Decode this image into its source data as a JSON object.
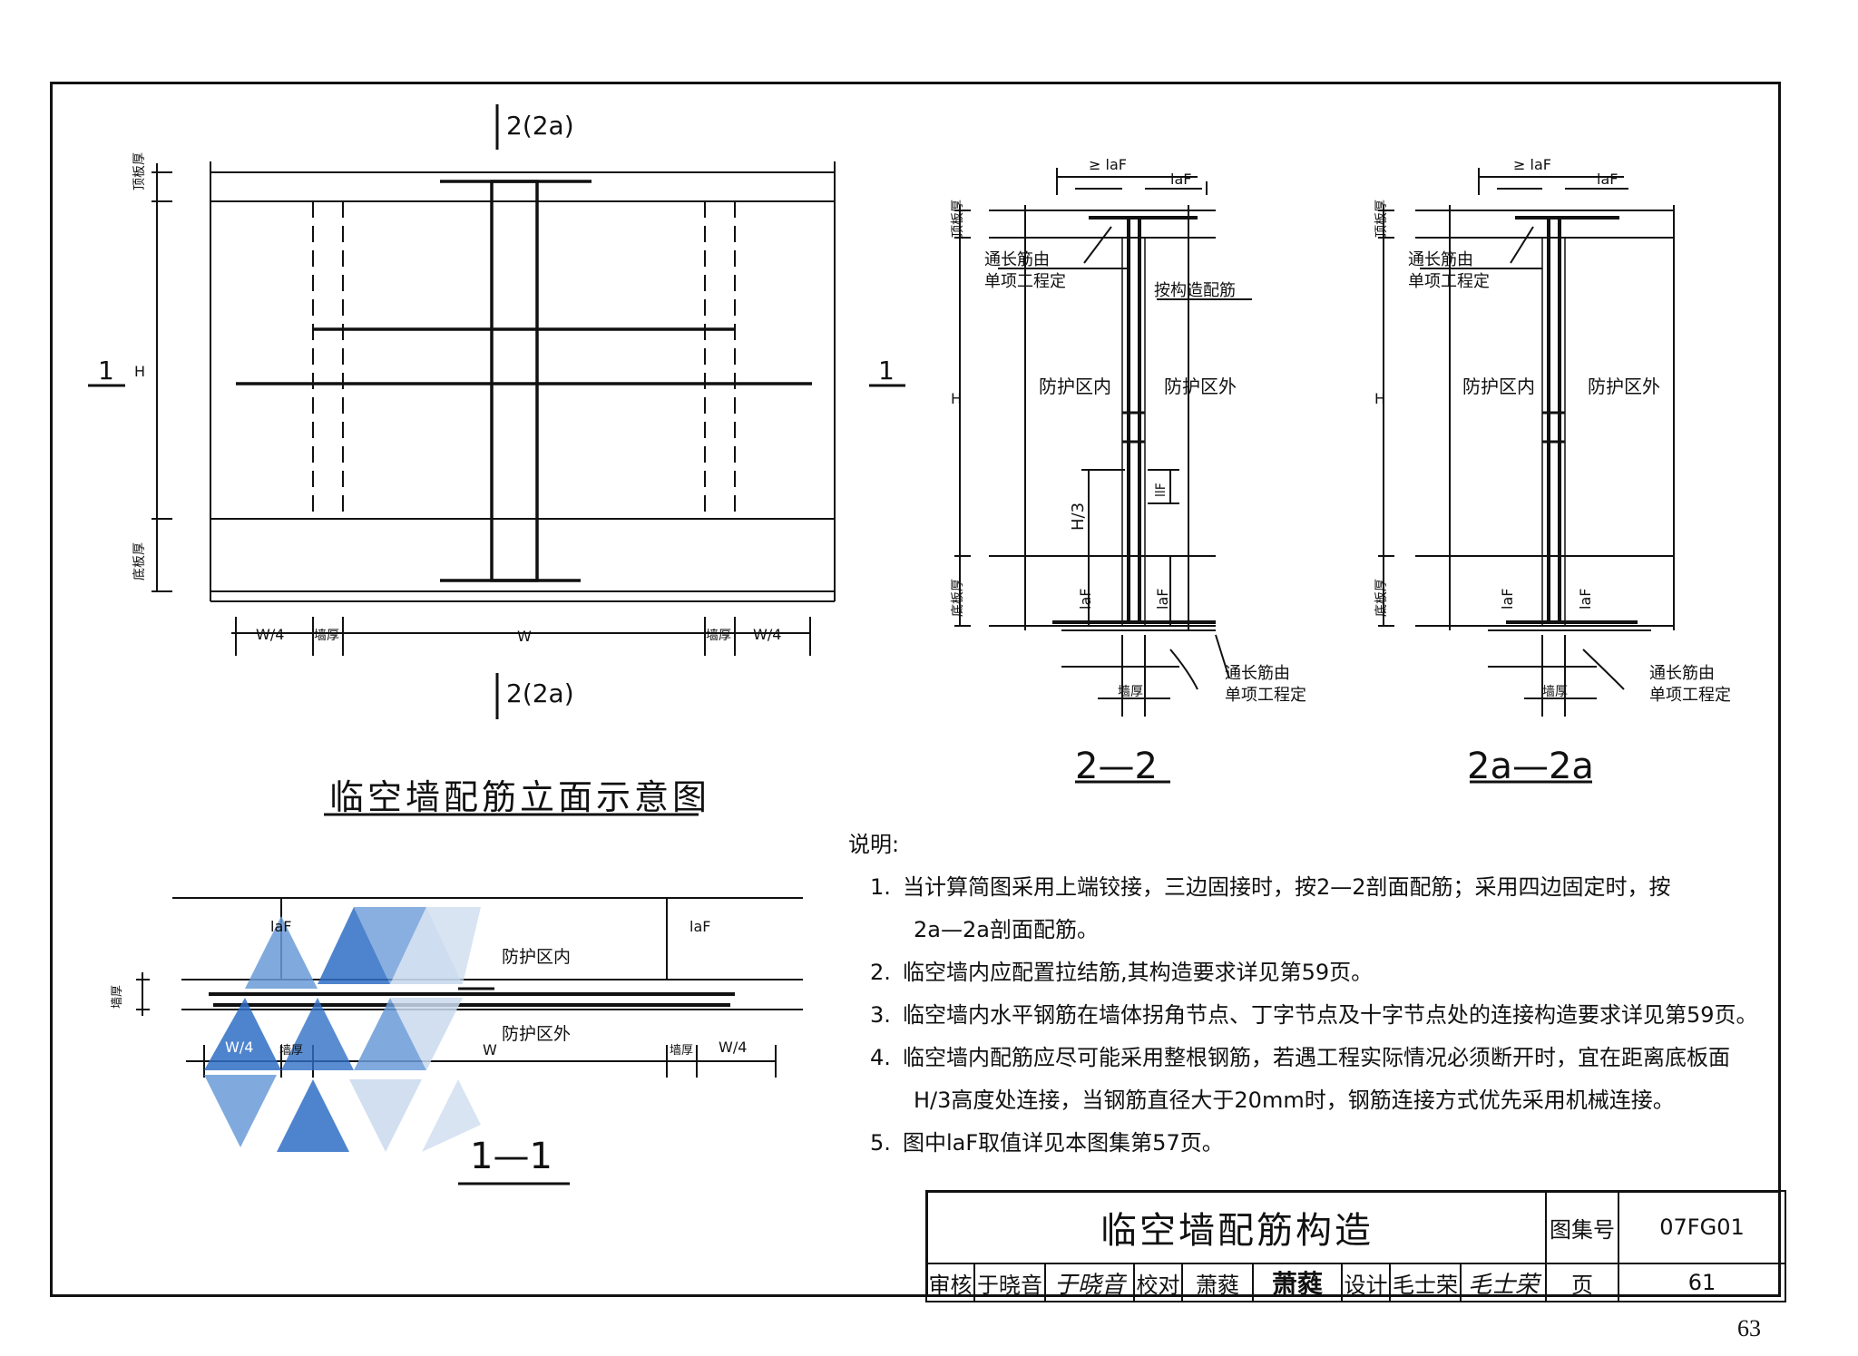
{
  "page_number": "63",
  "elevation": {
    "title": "临空墙配筋立面示意图",
    "section_marks": [
      "2(2a)",
      "2(2a)"
    ],
    "section_1_marks": [
      "1",
      "1"
    ],
    "labels": {
      "top_slab": "顶板厚",
      "height": "H",
      "bottom_slab": "底板厚",
      "w4_left": "W/4",
      "wall_left": "墙厚",
      "w": "W",
      "wall_right": "墙厚",
      "w4_right": "W/4"
    }
  },
  "section_22": {
    "title": "2—2",
    "labels": {
      "ge_laf": "≥ laF",
      "laf_top": "laF",
      "top_slab": "顶板厚",
      "through_bar": "通长筋由",
      "through_bar_2": "单项工程定",
      "construct_bar": "按构造配筋",
      "inside": "防护区内",
      "outside": "防护区外",
      "height": "H",
      "h3": "H/3",
      "llf": "llF",
      "bottom_slab": "底板厚",
      "laf_b1": "laF",
      "laf_b2": "laF",
      "wall": "墙厚",
      "through_bar_b": "通长筋由",
      "through_bar_b2": "单项工程定"
    }
  },
  "section_2a": {
    "title": "2a—2a",
    "labels": {
      "ge_laf": "≥ laF",
      "laf_top": "laF",
      "top_slab": "顶板厚",
      "through_bar": "通长筋由",
      "through_bar_2": "单项工程定",
      "inside": "防护区内",
      "outside": "防护区外",
      "height": "H",
      "bottom_slab": "底板厚",
      "laf_b1": "laF",
      "laf_b2": "laF",
      "wall": "墙厚",
      "through_bar_b": "通长筋由",
      "through_bar_b2": "单项工程定"
    }
  },
  "section_11": {
    "title": "1—1",
    "labels": {
      "laf_left": "laF",
      "laf_right": "laF",
      "inside": "防护区内",
      "outside": "防护区外",
      "wall_thk": "墙厚",
      "w4_left": "W/4",
      "wall_left": "墙厚",
      "w": "W",
      "wall_right": "墙厚",
      "w4_right": "W/4"
    }
  },
  "notes": {
    "heading": "说明:",
    "items": [
      {
        "n": "1.",
        "text": "当计算简图采用上端铰接，三边固接时，按2—2剖面配筋；采用四边固定时，按",
        "cont": "2a—2a剖面配筋。"
      },
      {
        "n": "2.",
        "text": "临空墙内应配置拉结筋,其构造要求详见第59页。"
      },
      {
        "n": "3.",
        "text": "临空墙内水平钢筋在墙体拐角节点、丁字节点及十字节点处的连接构造要求详见第59页。"
      },
      {
        "n": "4.",
        "text": "临空墙内配筋应尽可能采用整根钢筋，若遇工程实际情况必须断开时，宜在距离底板面",
        "cont": "H/3高度处连接，当钢筋直径大于20mm时，钢筋连接方式优先采用机械连接。"
      },
      {
        "n": "5.",
        "text": "图中laF取值详见本图集第57页。"
      }
    ]
  },
  "title_block": {
    "drawing_title": "临空墙配筋构造",
    "atlas_label": "图集号",
    "atlas_no": "07FG01",
    "page_label": "页",
    "page_no": "61",
    "review_label": "审核",
    "reviewer": "于晓音",
    "check_label": "校对",
    "checker": "萧蕤",
    "design_label": "设计",
    "designer": "毛士荣"
  },
  "colors": {
    "ink": "#111111",
    "watermark_dark": "#2f6fc4",
    "watermark_mid": "#6a9bd8",
    "watermark_light": "#c9d9ee"
  }
}
